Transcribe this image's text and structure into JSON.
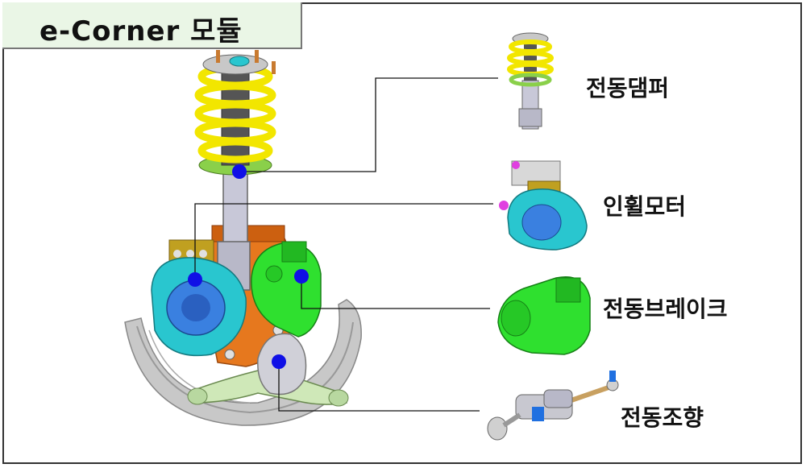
{
  "title": "e-Corner 모듈",
  "components": [
    {
      "id": "damper",
      "label": "전동댐퍼"
    },
    {
      "id": "wheel-motor",
      "label": "인휠모터"
    },
    {
      "id": "brake",
      "label": "전동브레이크"
    },
    {
      "id": "steering",
      "label": "전동조향"
    }
  ],
  "colors": {
    "spring": "#f2e600",
    "motor": "#29c6cf",
    "brake": "#2fe02f",
    "hub": "#e6781e",
    "shield": "#c8c8c8",
    "arm": "#cfe8b8",
    "marker": "#1010e6"
  }
}
